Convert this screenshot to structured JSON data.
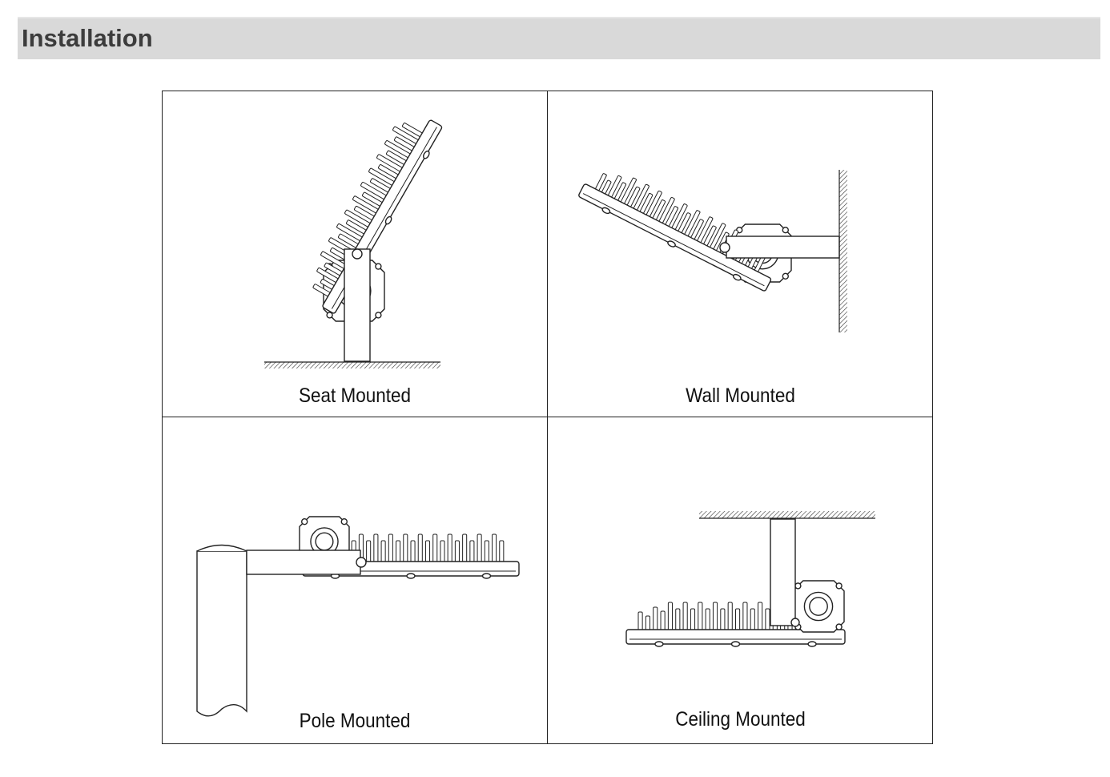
{
  "header": {
    "title": "Installation"
  },
  "panels": [
    {
      "label": "Seat Mounted"
    },
    {
      "label": "Wall Mounted"
    },
    {
      "label": "Pole Mounted"
    },
    {
      "label": "Ceiling Mounted"
    }
  ]
}
